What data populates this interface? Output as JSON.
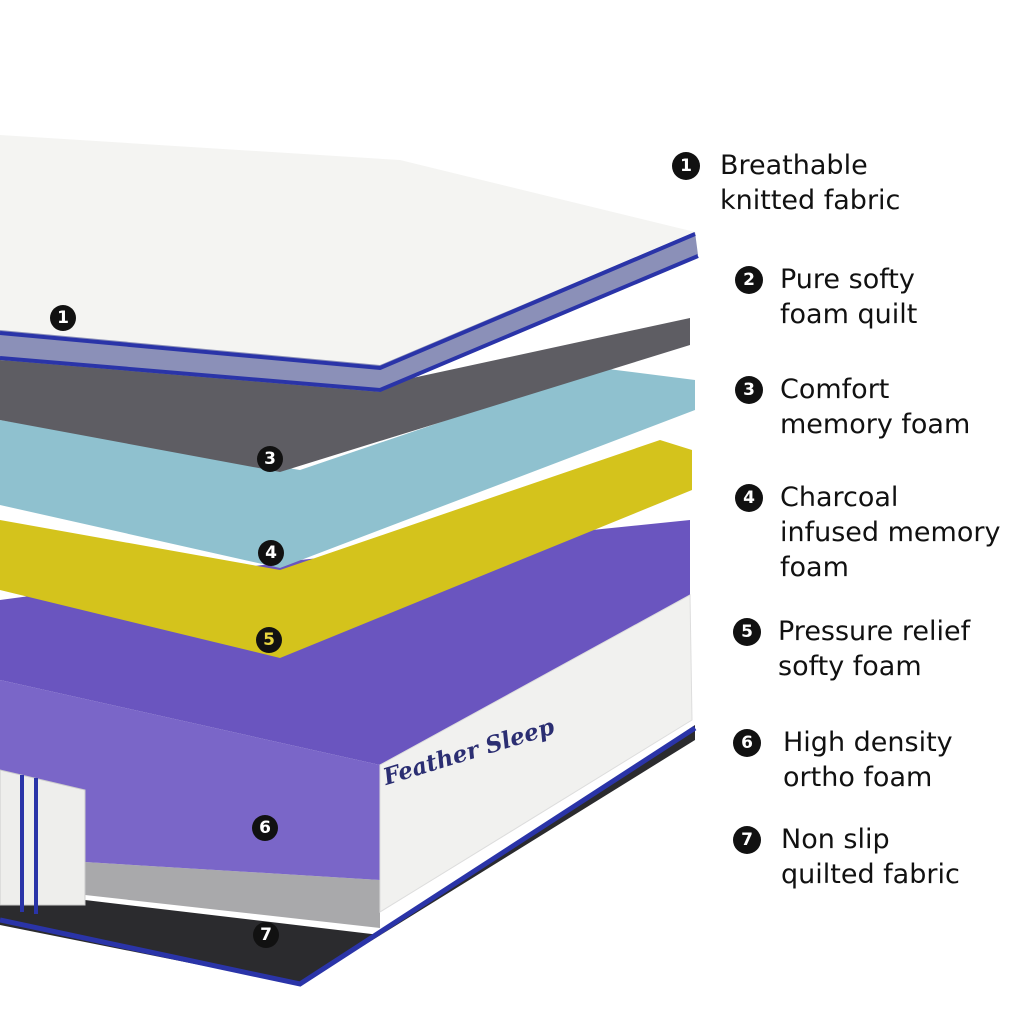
{
  "brand": {
    "logo_text": "Feather Sleep"
  },
  "layers": [
    {
      "number": "1",
      "label": "Breathable\nknitted fabric"
    },
    {
      "number": "2",
      "label": "Pure softy\nfoam quilt"
    },
    {
      "number": "3",
      "label": "Comfort\nmemory foam"
    },
    {
      "number": "4",
      "label": "Charcoal\ninfused memory\nfoam"
    },
    {
      "number": "5",
      "label": "Pressure relief\nsofty foam"
    },
    {
      "number": "6",
      "label": "High density\northo foam"
    },
    {
      "number": "7",
      "label": "Non slip\nquilted fabric"
    }
  ],
  "colors": {
    "fabric": "#f4f4f2",
    "edge": "#2a34a8",
    "grey": "#5e5d63",
    "blue": "#8fc1cf",
    "yellow": "#d4c31c",
    "purple": "#7a66c8",
    "black": "#2b2b2e"
  }
}
